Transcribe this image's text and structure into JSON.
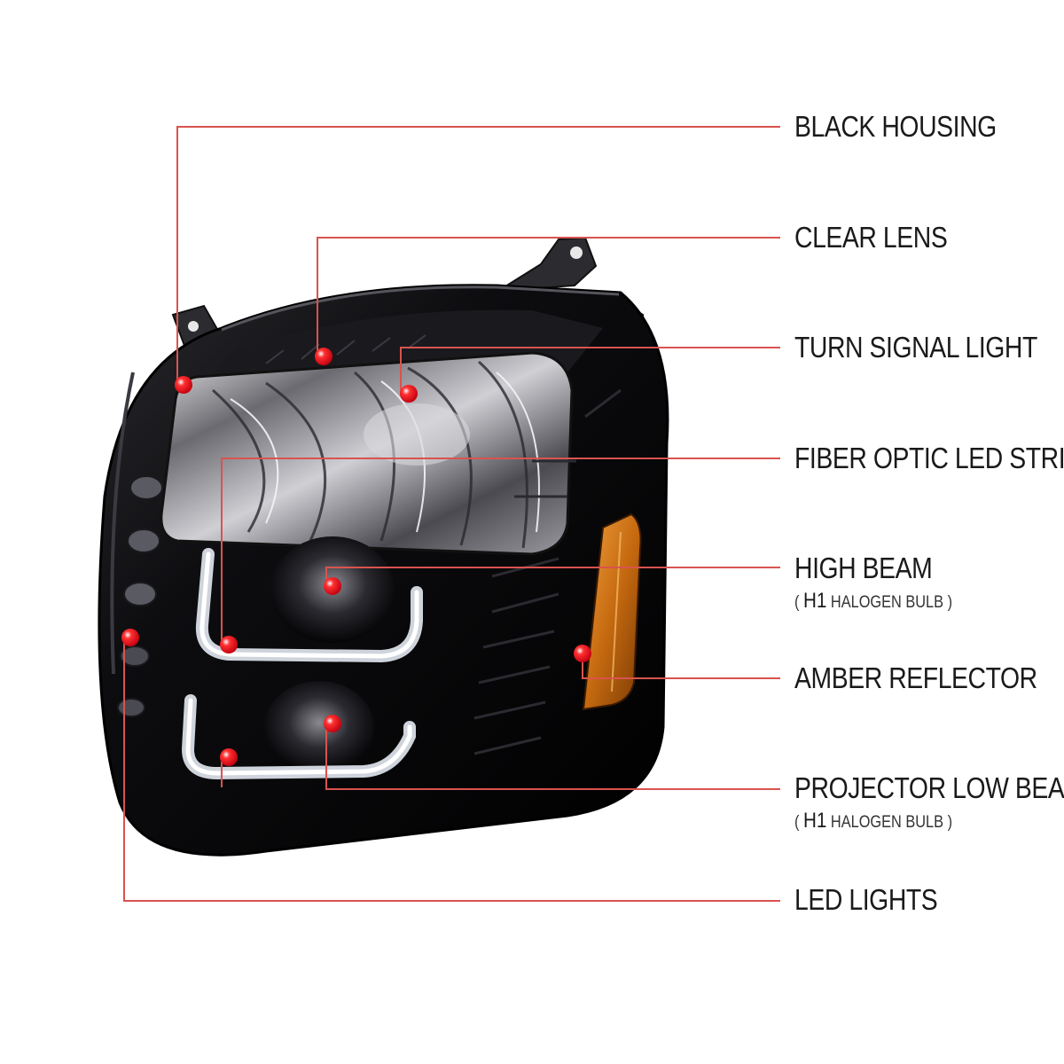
{
  "callouts": [
    {
      "id": "black-housing",
      "label": "BLACK HOUSING"
    },
    {
      "id": "clear-lens",
      "label": "CLEAR LENS"
    },
    {
      "id": "turn-signal-light",
      "label": "TURN SIGNAL LIGHT"
    },
    {
      "id": "fiber-optic-led-strip",
      "label": "FIBER OPTIC LED STRIP"
    },
    {
      "id": "high-beam",
      "label": "HIGH BEAM",
      "sub_prefix": "( ",
      "sub_bold": "H1",
      "sub_text": " HALOGEN BULB )"
    },
    {
      "id": "amber-reflector",
      "label": "AMBER REFLECTOR"
    },
    {
      "id": "projector-low-beam",
      "label": "PROJECTOR LOW BEAM",
      "sub_prefix": "( ",
      "sub_bold": "H1",
      "sub_text": " HALOGEN BULB )"
    },
    {
      "id": "led-lights",
      "label": "LED LIGHTS"
    }
  ],
  "colors": {
    "leader_line": "#d9534f",
    "dot_fill": "#e30613",
    "housing": "#0b0b0d",
    "amber": "#c9781a",
    "text": "#1a1a1a"
  }
}
